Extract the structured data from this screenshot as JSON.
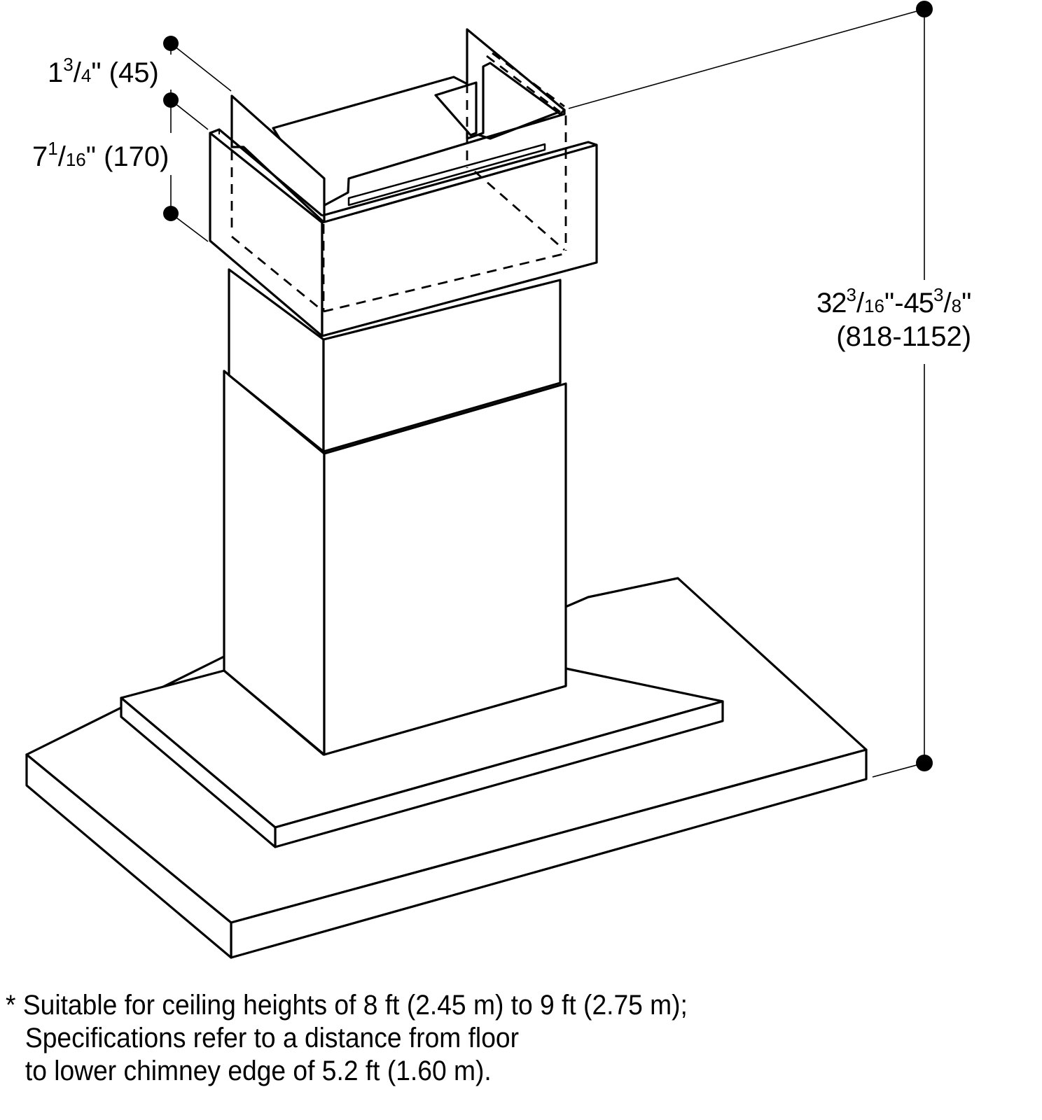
{
  "diagram": {
    "subject": "island chimney hood dimension drawing",
    "stroke_color": "#000000",
    "background_color": "#ffffff"
  },
  "dimensions": {
    "top_flange": {
      "whole": "1",
      "num": "3",
      "den": "4",
      "inch_mark": "\"",
      "metric": "(45)"
    },
    "upper_chimney_bracket": {
      "whole": "7",
      "num": "1",
      "den": "16",
      "inch_mark": "\"",
      "metric": "(170)"
    },
    "overall_height": {
      "min_whole": "32",
      "min_num": "3",
      "min_den": "16",
      "max_whole": "45",
      "max_num": "3",
      "max_den": "8",
      "inch_mark": "\"",
      "separator": "-",
      "metric": "(818-1152)"
    }
  },
  "footnote": {
    "marker": "*",
    "lines": [
      "Suitable for ceiling heights of 8 ft (2.45 m) to 9 ft (2.75 m);",
      "Specifications refer to a distance from floor",
      "to lower chimney edge of 5.2 ft (1.60 m)."
    ]
  }
}
